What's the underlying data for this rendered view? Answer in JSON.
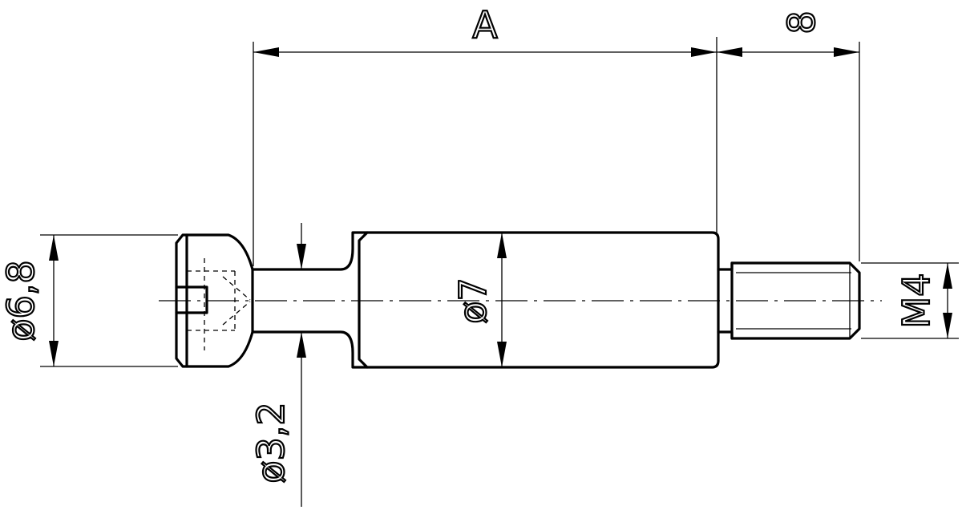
{
  "dimensions": {
    "length_a": "A",
    "thread_length": "8",
    "head_diameter": "ø6,8",
    "neck_diameter": "ø3,2",
    "body_diameter": "ø7",
    "thread_size": "M4"
  }
}
